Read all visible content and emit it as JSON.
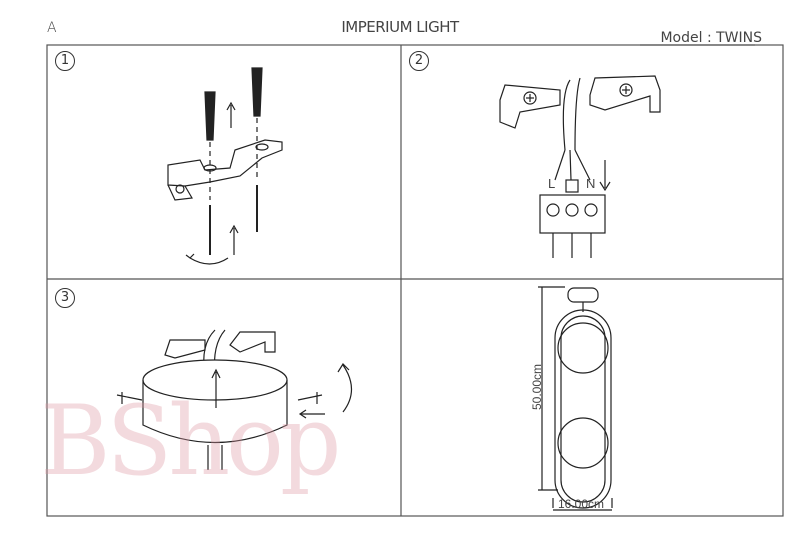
{
  "header": {
    "corner": "A",
    "title": "IMPERIUM LIGHT",
    "model": "Model : TWINS"
  },
  "steps": [
    {
      "number": "1"
    },
    {
      "number": "2"
    },
    {
      "number": "3"
    }
  ],
  "wiring": {
    "live": "L",
    "neutral": "N"
  },
  "dimensions": {
    "height": "50.00cm",
    "width": "16.00cm"
  },
  "watermark": "BShop"
}
